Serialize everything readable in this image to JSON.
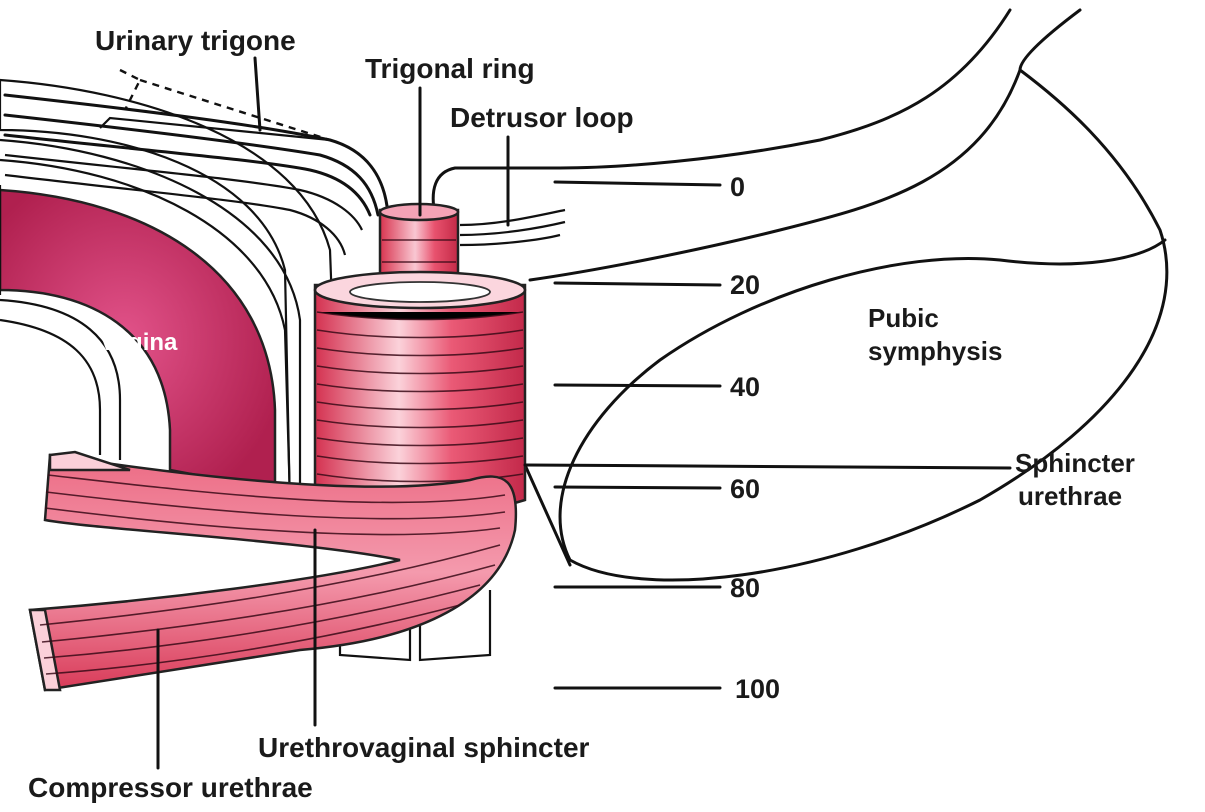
{
  "labels": {
    "urinary_trigone": "Urinary trigone",
    "trigonal_ring": "Trigonal ring",
    "detrusor_loop": "Detrusor loop",
    "pubic_symphysis_line1": "Pubic",
    "pubic_symphysis_line2": "symphysis",
    "sphincter_urethrae_line1": "Sphincter",
    "sphincter_urethrae_line2": "urethrae",
    "vagina": "Vagina",
    "urethrovaginal_sphincter": "Urethrovaginal sphincter",
    "compressor_urethrae": "Compressor urethrae"
  },
  "scale": {
    "ticks": [
      "0",
      "20",
      "40",
      "60",
      "80",
      "100"
    ]
  },
  "colors": {
    "muscle": "#e2405f",
    "muscle_light": "#f7b6c4",
    "vagina": "#c9305e",
    "outline": "#111111"
  }
}
